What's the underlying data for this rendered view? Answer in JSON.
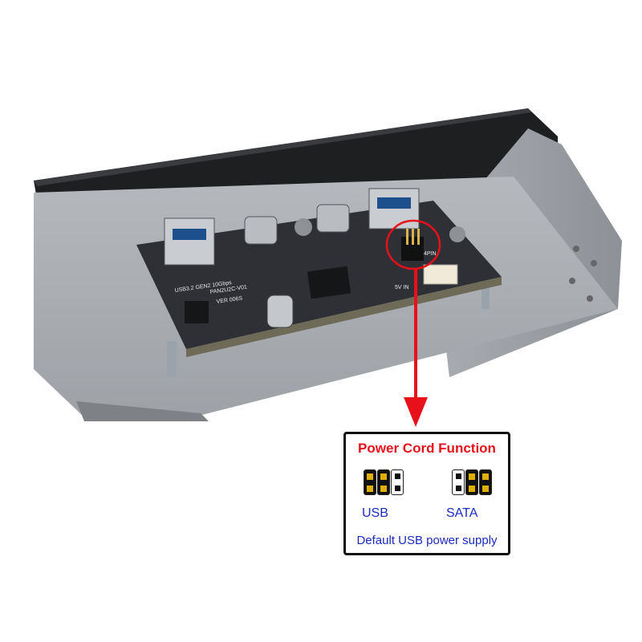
{
  "pcb_labels": {
    "model_line": "USB3.2 GEN2 10Gbps",
    "board_id": "PAN2U2C-V01",
    "version": "VER 006S",
    "header_4pin": "4PIN",
    "power_in": "5V IN"
  },
  "callout": {
    "title": "Power Cord Function",
    "usb_label": "USB",
    "sata_label": "SATA",
    "note": "Default USB power supply",
    "title_color": "#e8101a",
    "label_color": "#1a2ac0",
    "pin_color": "#e0b000"
  },
  "annotation": {
    "circle_color": "#e8101a",
    "arrow_color": "#e8101a"
  }
}
